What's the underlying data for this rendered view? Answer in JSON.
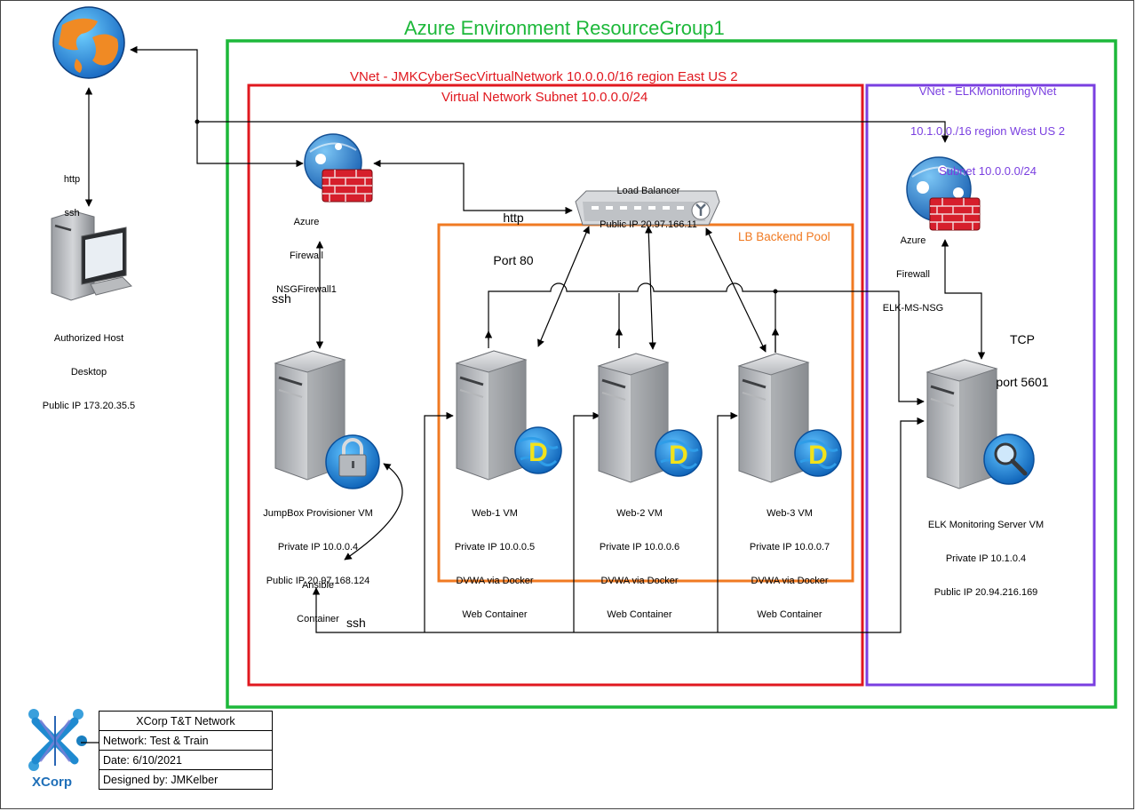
{
  "azure_env": {
    "title": "Azure Environment ResourceGroup1",
    "color": "#1db83a"
  },
  "vnet_main": {
    "title": "VNet - JMKCyberSecVirtualNetwork 10.0.0.0/16 region East US 2",
    "subnet": "Virtual Network Subnet 10.0.0.0/24",
    "color": "#e0181f"
  },
  "vnet_elk": {
    "line1": "VNet - ELKMonitoringVNet",
    "line2": "10.1.0.0./16 region West US 2",
    "line3": "Subnet 10.0.0.0/24",
    "color": "#7a3fe0"
  },
  "lb_pool": {
    "title": "LB Backend Pool",
    "color": "#f07a22"
  },
  "internet": {
    "icon": "globe-icon"
  },
  "host": {
    "line1": "Authorized Host",
    "line2": "Desktop",
    "line3": "Public IP 173.20.35.5",
    "link_label1": "http",
    "link_label2": "ssh"
  },
  "firewall_main": {
    "line1": "Azure",
    "line2": "Firewall",
    "line3": "NSGFirewall1"
  },
  "firewall_elk": {
    "line1": "Azure",
    "line2": "Firewall",
    "line3": "ELK-MS-NSG"
  },
  "load_balancer": {
    "line1": "Load Balancer",
    "line2": "Public IP 20.97.166.11",
    "link_label1": "http",
    "link_label2": "Port 80"
  },
  "jumpbox": {
    "line1": "JumpBox Provisioner VM",
    "line2": "Private IP 10.0.0.4",
    "line3": "Public IP 20.97.168.124",
    "ssh_label": "ssh"
  },
  "ansible": {
    "line1": "Ansible",
    "line2": "Container",
    "ssh_label": "ssh"
  },
  "web_vms": [
    {
      "name": "Web-1 VM",
      "ip": "Private IP 10.0.0.5",
      "app": "DVWA via Docker",
      "container": "Web Container",
      "badge": "D"
    },
    {
      "name": "Web-2 VM",
      "ip": "Private IP 10.0.0.6",
      "app": "DVWA via Docker",
      "container": "Web Container",
      "badge": "D"
    },
    {
      "name": "Web-3 VM",
      "ip": "Private IP 10.0.0.7",
      "app": "DVWA via Docker",
      "container": "Web Container",
      "badge": "D"
    }
  ],
  "elk": {
    "line1": "ELK Monitoring Server VM",
    "line2": "Private IP 10.1.0.4",
    "line3": "Public IP 20.94.216.169",
    "tcp_label1": "TCP",
    "tcp_label2": "port 5601"
  },
  "legend": {
    "title": "XCorp T&T Network",
    "network": "Network: Test & Train",
    "date": "Date: 6/10/2021",
    "designer": "Designed by: JMKelber",
    "logo_text": "XCorp"
  }
}
